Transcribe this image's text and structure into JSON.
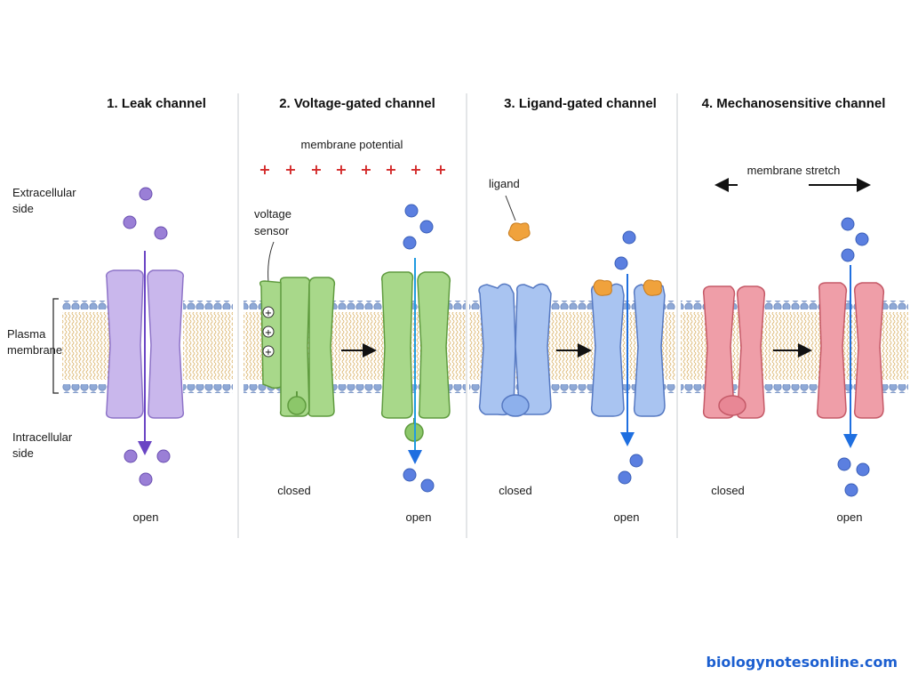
{
  "panels": [
    {
      "title": "1. Leak channel",
      "state_label": "",
      "open_label": "open"
    },
    {
      "title": "2. Voltage-gated channel",
      "state_label": "closed",
      "open_label": "open"
    },
    {
      "title": "3. Ligand-gated channel",
      "state_label": "closed",
      "open_label": "open"
    },
    {
      "title": "4. Mechanosensitive channel",
      "state_label": "closed",
      "open_label": "open"
    }
  ],
  "side_labels": {
    "extracellular": [
      "Extracellular",
      "side"
    ],
    "plasma": [
      "Plasma",
      "membrane"
    ],
    "intracellular": [
      "Intracellular",
      "side"
    ]
  },
  "annotations": {
    "membrane_potential": "membrane potential",
    "voltage_sensor": [
      "voltage",
      "sensor"
    ],
    "ligand": "ligand",
    "membrane_stretch": "membrane stretch"
  },
  "watermark": "biologynotesonline.com",
  "colors": {
    "leak": "#c9b7ec",
    "voltage": "#a8d88a",
    "ligand": "#a9c4f1",
    "mechano": "#ef9ea8",
    "ion_purple": "#9a7fd6",
    "ion_blue": "#5b7fe0",
    "ligand_orange": "#f0a23c",
    "lipid_head": "#8fa9d6",
    "lipid_tail": "#e6c98a",
    "plus_red": "#d42a2a"
  }
}
